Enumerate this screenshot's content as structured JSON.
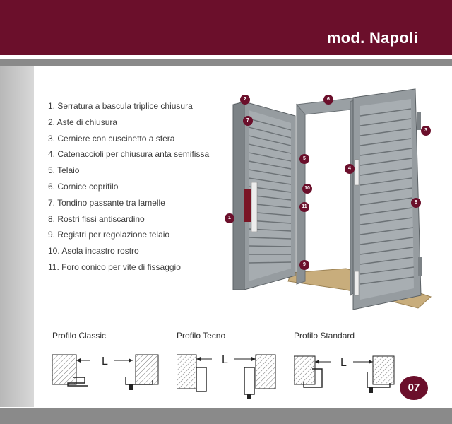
{
  "header": {
    "title": "mod. Napoli"
  },
  "components": [
    "1. Serratura a bascula triplice chiusura",
    "2. Aste di chiusura",
    "3. Cerniere con cuscinetto a sfera",
    "4. Catenaccioli per chiusura anta semifissa",
    "5. Telaio",
    "6. Cornice coprifilo",
    "7. Tondino passante tra lamelle",
    "8. Rostri fissi antiscardino",
    "9. Registri per regolazione telaio",
    "10. Asola incastro rostro",
    "11. Foro conico per vite di fissaggio"
  ],
  "callouts": [
    "1",
    "2",
    "3",
    "4",
    "5",
    "6",
    "7",
    "8",
    "9",
    "10",
    "11"
  ],
  "profiles": [
    {
      "title": "Profilo Classic",
      "dimension_label": "L"
    },
    {
      "title": "Profilo Tecno",
      "dimension_label": "L"
    },
    {
      "title": "Profilo Standard",
      "dimension_label": "L"
    }
  ],
  "page_number": "07",
  "colors": {
    "brand": "#6b0f2b",
    "band_gray": "#8a8a8a",
    "door_gray": "#8c9296"
  }
}
